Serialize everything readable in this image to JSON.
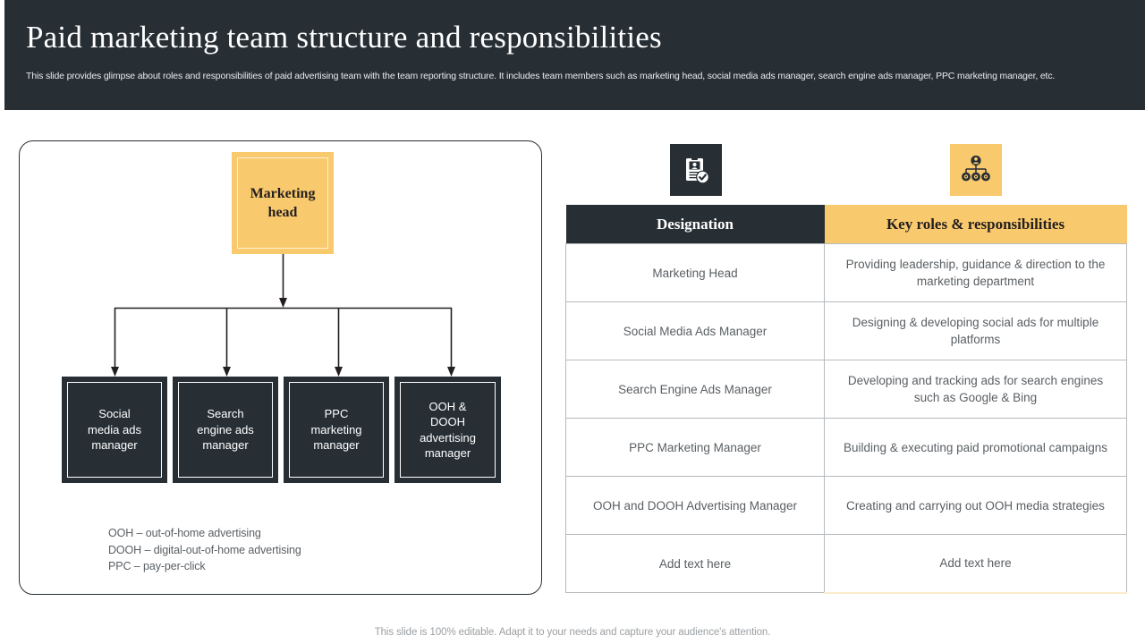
{
  "header": {
    "title": "Paid marketing team structure and responsibilities",
    "subtitle": "This slide provides glimpse about roles and responsibilities of paid advertising team with the team reporting structure. It includes team members such as marketing head, social media ads manager, search engine ads manager, PPC marketing manager, etc."
  },
  "org_chart": {
    "root": {
      "label": "Marketing\nhead"
    },
    "children": [
      {
        "label": "Social\nmedia ads\nmanager"
      },
      {
        "label": "Search\nengine ads\nmanager"
      },
      {
        "label": "PPC\nmarketing\nmanager"
      },
      {
        "label": "OOH &\nDOOH\nadvertising\nmanager"
      }
    ],
    "legend": [
      "OOH – out-of-home advertising",
      "DOOH – digital-out-of-home advertising",
      "PPC – pay-per-click"
    ]
  },
  "icons": {
    "left": "clipboard-check-icon",
    "right": "org-hierarchy-icon"
  },
  "table": {
    "columns": [
      "Designation",
      "Key roles & responsibilities"
    ],
    "rows": [
      {
        "designation": "Marketing Head",
        "responsibility": "Providing leadership, guidance & direction to the marketing department"
      },
      {
        "designation": "Social Media Ads Manager",
        "responsibility": "Designing & developing social ads for multiple platforms"
      },
      {
        "designation": "Search Engine Ads Manager",
        "responsibility": "Developing and tracking ads for search engines such as Google & Bing"
      },
      {
        "designation": "PPC Marketing Manager",
        "responsibility": "Building & executing paid promotional campaigns"
      },
      {
        "designation": "OOH and DOOH Advertising Manager",
        "responsibility": "Creating and carrying out OOH media strategies"
      },
      {
        "designation": "Add text here",
        "responsibility": "Add text here"
      }
    ]
  },
  "footer": {
    "note": "This slide is 100% editable. Adapt it to your needs and capture your audience's attention."
  },
  "colors": {
    "dark": "#272f35",
    "accent": "#f9c96d",
    "body_text": "#5a5f63",
    "border": "#b6babd"
  }
}
